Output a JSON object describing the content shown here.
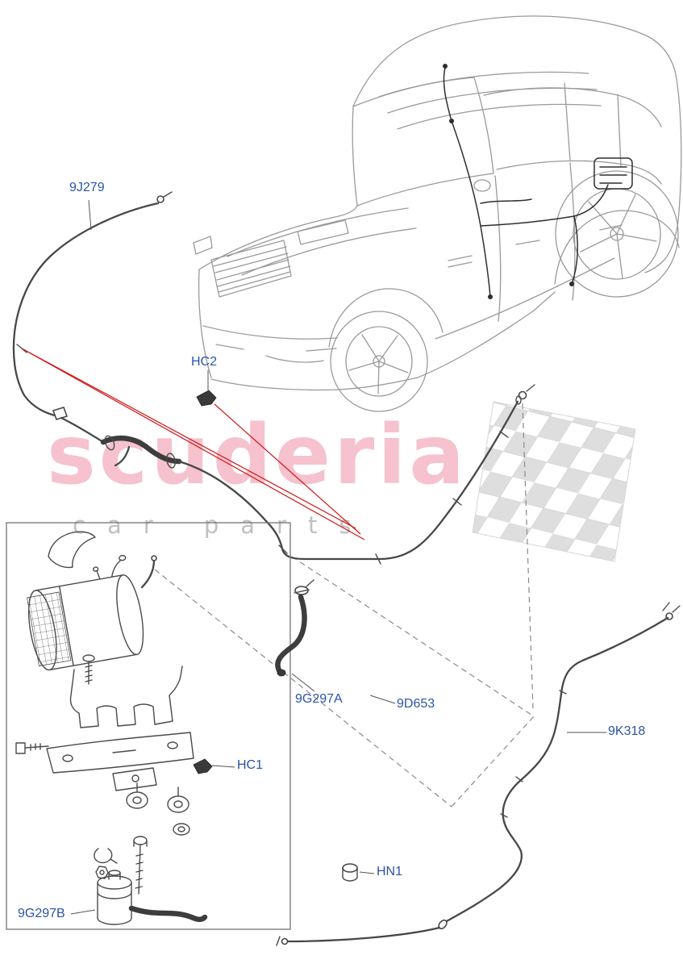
{
  "watermark": {
    "brand": "scuderia",
    "subtitle": "car parts"
  },
  "parts": {
    "9J279": "9J279",
    "HC2": "HC2",
    "9G297A": "9G297A",
    "9D653": "9D653",
    "9K318": "9K318",
    "HC1": "HC1",
    "HN1": "HN1",
    "9G297B": "9G297B"
  },
  "colors": {
    "part_label": "#2b54a6",
    "callout_red": "#d21515",
    "artwork_line": "#4a4a4a",
    "watermark_pink": "#e86e87",
    "watermark_gray": "#a8a8a8"
  }
}
